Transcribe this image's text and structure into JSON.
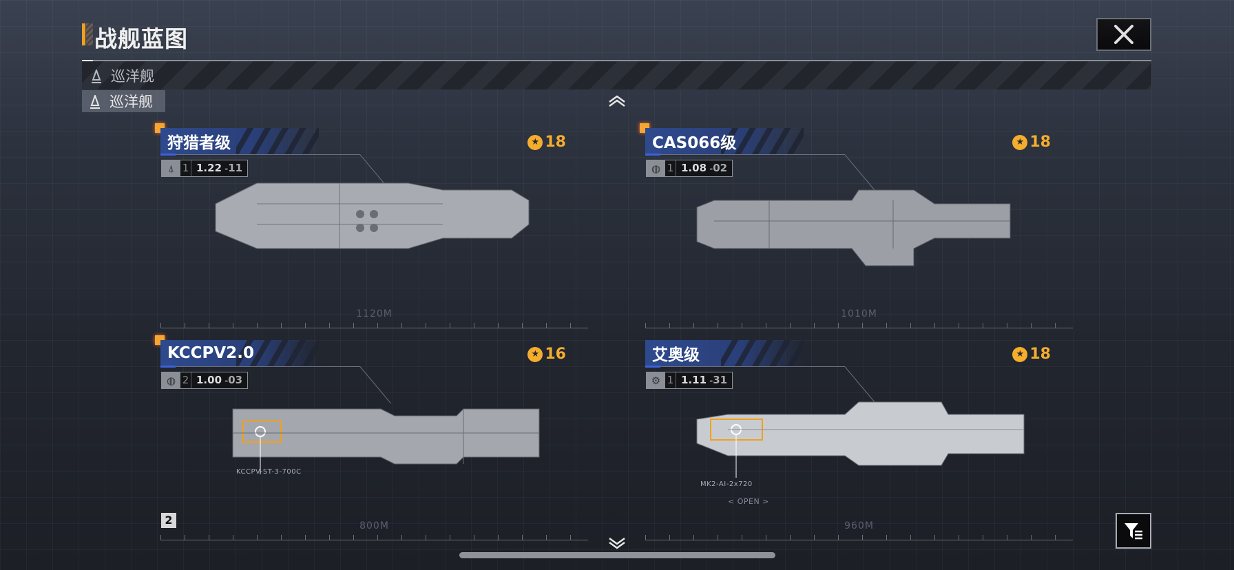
{
  "header": {
    "title": "战舰蓝图",
    "close_icon": "close-icon"
  },
  "filter": {
    "current": "巡洋舰",
    "selected_tab": "巡洋舰"
  },
  "ships": [
    {
      "name": "狩猎者级",
      "type_icon": "destroyer-icon",
      "tier": "1",
      "version": "1.22",
      "sub": "11",
      "power": "18",
      "length": "1120M"
    },
    {
      "name": "CAS066级",
      "type_icon": "globe-icon",
      "tier": "1",
      "version": "1.08",
      "sub": "02",
      "power": "18",
      "length": "1010M"
    },
    {
      "name": "KCCPV2.0",
      "type_icon": "globe-icon",
      "tier": "2",
      "version": "1.00",
      "sub": "03",
      "power": "16",
      "length": "800M",
      "callout": "KCCPV-ST-3-700C"
    },
    {
      "name": "艾奥级",
      "type_icon": "globe-gear-icon",
      "tier": "1",
      "version": "1.11",
      "sub": "31",
      "power": "18",
      "length": "960M",
      "callout": "MK2-AI-2x720",
      "callout_extra": "< OPEN >"
    }
  ],
  "page_badge": "2",
  "colors": {
    "accent": "#f5ad2e",
    "namebar": "#2e4a8e",
    "marker": "#f4a632"
  }
}
